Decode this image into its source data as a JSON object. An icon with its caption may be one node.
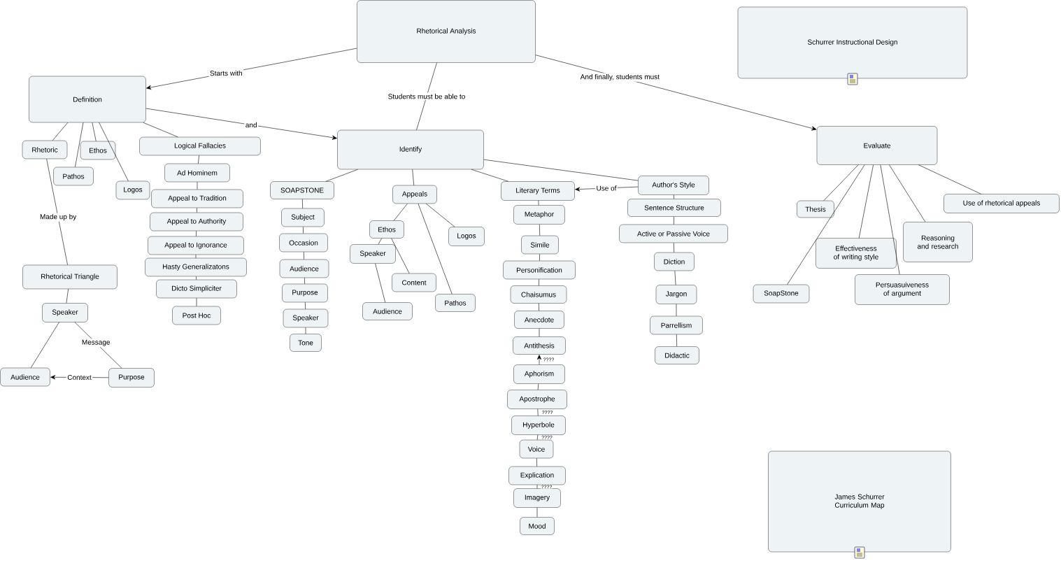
{
  "diagram": {
    "nodes": [
      {
        "text": [
          "Rhetorical Analysis"
        ]
      },
      {
        "text": [
          "Schurrer Instructional Design"
        ]
      },
      {
        "text": [
          "Definition"
        ]
      },
      {
        "text": [
          "Identify"
        ]
      },
      {
        "text": [
          "Evaluate"
        ]
      },
      {
        "text": [
          "Rhetoric"
        ]
      },
      {
        "text": [
          "Pathos"
        ]
      },
      {
        "text": [
          "Ethos"
        ]
      },
      {
        "text": [
          "Logos"
        ]
      },
      {
        "text": [
          "Logical Fallacies"
        ]
      },
      {
        "text": [
          "Ad Hominem"
        ]
      },
      {
        "text": [
          "Appeal to Tradition"
        ]
      },
      {
        "text": [
          "Appeal to Authority"
        ]
      },
      {
        "text": [
          "Appeal to Ignorance"
        ]
      },
      {
        "text": [
          "Hasty Generalizatons"
        ]
      },
      {
        "text": [
          "Dicto Simpliciter"
        ]
      },
      {
        "text": [
          "Post Hoc"
        ]
      },
      {
        "text": [
          "Rhetorical Triangle"
        ]
      },
      {
        "text": [
          "Speaker"
        ]
      },
      {
        "text": [
          "Audience"
        ]
      },
      {
        "text": [
          "Purpose"
        ]
      },
      {
        "text": [
          "SOAPSTONE"
        ]
      },
      {
        "text": [
          "Subject"
        ]
      },
      {
        "text": [
          "Occasion"
        ]
      },
      {
        "text": [
          "Audience"
        ]
      },
      {
        "text": [
          "Purpose"
        ]
      },
      {
        "text": [
          "Speaker"
        ]
      },
      {
        "text": [
          "Tone"
        ]
      },
      {
        "text": [
          "Appeals"
        ]
      },
      {
        "text": [
          "Ethos"
        ]
      },
      {
        "text": [
          "Speaker"
        ]
      },
      {
        "text": [
          "Content"
        ]
      },
      {
        "text": [
          "Audience"
        ]
      },
      {
        "text": [
          "Logos"
        ]
      },
      {
        "text": [
          "Pathos"
        ]
      },
      {
        "text": [
          "Literary Terms"
        ]
      },
      {
        "text": [
          "Metaphor"
        ]
      },
      {
        "text": [
          "Simile"
        ]
      },
      {
        "text": [
          "Personification"
        ]
      },
      {
        "text": [
          "Chaisumus"
        ]
      },
      {
        "text": [
          "Anecdote"
        ]
      },
      {
        "text": [
          "Antithesis"
        ]
      },
      {
        "text": [
          "Aphorism"
        ]
      },
      {
        "text": [
          "Apostrophe"
        ]
      },
      {
        "text": [
          "Hyperbole"
        ]
      },
      {
        "text": [
          "Voice"
        ]
      },
      {
        "text": [
          "Explication"
        ]
      },
      {
        "text": [
          "Imagery"
        ]
      },
      {
        "text": [
          "Mood"
        ]
      },
      {
        "text": [
          "Author's Style"
        ]
      },
      {
        "text": [
          "Sentence Structure"
        ]
      },
      {
        "text": [
          "Active or Passive Voice"
        ]
      },
      {
        "text": [
          "Diction"
        ]
      },
      {
        "text": [
          "Jargon"
        ]
      },
      {
        "text": [
          "Parrellism"
        ]
      },
      {
        "text": [
          "Didactic"
        ]
      },
      {
        "text": [
          "Thesis"
        ]
      },
      {
        "text": [
          "SoapStone"
        ]
      },
      {
        "text": [
          "Effectiveness of writing style"
        ]
      },
      {
        "text": [
          "Persuasuiveness of argument"
        ]
      },
      {
        "text": [
          "Reasoning and research"
        ]
      },
      {
        "text": [
          "Use of rhetorical appeals"
        ]
      },
      {
        "text": [
          "James Schurrer Curriculum Map"
        ]
      }
    ],
    "edges": [
      {
        "from": 0,
        "to": 2,
        "arrow": "to",
        "label": "Starts with"
      },
      {
        "from": 0,
        "to": 3,
        "arrow": "none",
        "label": "Students must be able to"
      },
      {
        "from": 0,
        "to": 4,
        "arrow": "to",
        "label": "And finally, students must"
      },
      {
        "from": 2,
        "to": 3,
        "arrow": "to",
        "label": "and"
      },
      {
        "from": 2,
        "to": 5,
        "arrow": "none"
      },
      {
        "from": 2,
        "to": 6,
        "arrow": "none"
      },
      {
        "from": 2,
        "to": 7,
        "arrow": "none"
      },
      {
        "from": 2,
        "to": 8,
        "arrow": "none"
      },
      {
        "from": 2,
        "to": 9,
        "arrow": "none"
      },
      {
        "from": 9,
        "to": 10,
        "arrow": "none"
      },
      {
        "from": 10,
        "to": 11,
        "arrow": "none"
      },
      {
        "from": 11,
        "to": 12,
        "arrow": "none"
      },
      {
        "from": 12,
        "to": 13,
        "arrow": "none"
      },
      {
        "from": 13,
        "to": 14,
        "arrow": "none"
      },
      {
        "from": 14,
        "to": 15,
        "arrow": "none"
      },
      {
        "from": 15,
        "to": 16,
        "arrow": "none"
      },
      {
        "from": 5,
        "to": 17,
        "arrow": "none",
        "label": "Made up by"
      },
      {
        "from": 17,
        "to": 18,
        "arrow": "none"
      },
      {
        "from": 18,
        "to": 19,
        "arrow": "none"
      },
      {
        "from": 18,
        "to": 20,
        "arrow": "none",
        "label": "Message"
      },
      {
        "from": 20,
        "to": 19,
        "arrow": "to",
        "label": "Context"
      },
      {
        "from": 3,
        "to": 21,
        "arrow": "none"
      },
      {
        "from": 21,
        "to": 22,
        "arrow": "none"
      },
      {
        "from": 22,
        "to": 23,
        "arrow": "none"
      },
      {
        "from": 23,
        "to": 24,
        "arrow": "none"
      },
      {
        "from": 24,
        "to": 25,
        "arrow": "none"
      },
      {
        "from": 25,
        "to": 26,
        "arrow": "none"
      },
      {
        "from": 26,
        "to": 27,
        "arrow": "none"
      },
      {
        "from": 3,
        "to": 28,
        "arrow": "none"
      },
      {
        "from": 28,
        "to": 29,
        "arrow": "none"
      },
      {
        "from": 29,
        "to": 30,
        "arrow": "none"
      },
      {
        "from": 29,
        "to": 31,
        "arrow": "none"
      },
      {
        "from": 30,
        "to": 32,
        "arrow": "none"
      },
      {
        "from": 28,
        "to": 33,
        "arrow": "none"
      },
      {
        "from": 28,
        "to": 34,
        "arrow": "none"
      },
      {
        "from": 3,
        "to": 35,
        "arrow": "none"
      },
      {
        "from": 3,
        "to": 49,
        "arrow": "none"
      },
      {
        "from": 49,
        "to": 35,
        "arrow": "to",
        "label": "Use of"
      },
      {
        "from": 35,
        "to": 36,
        "arrow": "none"
      },
      {
        "from": 36,
        "to": 37,
        "arrow": "none"
      },
      {
        "from": 37,
        "to": 38,
        "arrow": "none"
      },
      {
        "from": 38,
        "to": 39,
        "arrow": "none"
      },
      {
        "from": 39,
        "to": 40,
        "arrow": "none"
      },
      {
        "from": 40,
        "to": 41,
        "arrow": "none"
      },
      {
        "from": 42,
        "to": 41,
        "arrow": "to",
        "label": "????"
      },
      {
        "from": 42,
        "to": 43,
        "arrow": "none"
      },
      {
        "from": 43,
        "to": 44,
        "arrow": "none",
        "label": "????"
      },
      {
        "from": 44,
        "to": 45,
        "arrow": "none",
        "label": "????"
      },
      {
        "from": 45,
        "to": 46,
        "arrow": "none"
      },
      {
        "from": 46,
        "to": 47,
        "arrow": "none",
        "label": "????"
      },
      {
        "from": 47,
        "to": 48,
        "arrow": "none"
      },
      {
        "from": 49,
        "to": 50,
        "arrow": "none"
      },
      {
        "from": 50,
        "to": 51,
        "arrow": "none"
      },
      {
        "from": 51,
        "to": 52,
        "arrow": "none"
      },
      {
        "from": 52,
        "to": 53,
        "arrow": "none"
      },
      {
        "from": 53,
        "to": 54,
        "arrow": "none"
      },
      {
        "from": 54,
        "to": 55,
        "arrow": "none"
      },
      {
        "from": 4,
        "to": 56,
        "arrow": "none"
      },
      {
        "from": 4,
        "to": 57,
        "arrow": "none"
      },
      {
        "from": 4,
        "to": 58,
        "arrow": "none"
      },
      {
        "from": 4,
        "to": 59,
        "arrow": "none"
      },
      {
        "from": 4,
        "to": 60,
        "arrow": "none"
      },
      {
        "from": 4,
        "to": 61,
        "arrow": "none"
      }
    ]
  }
}
